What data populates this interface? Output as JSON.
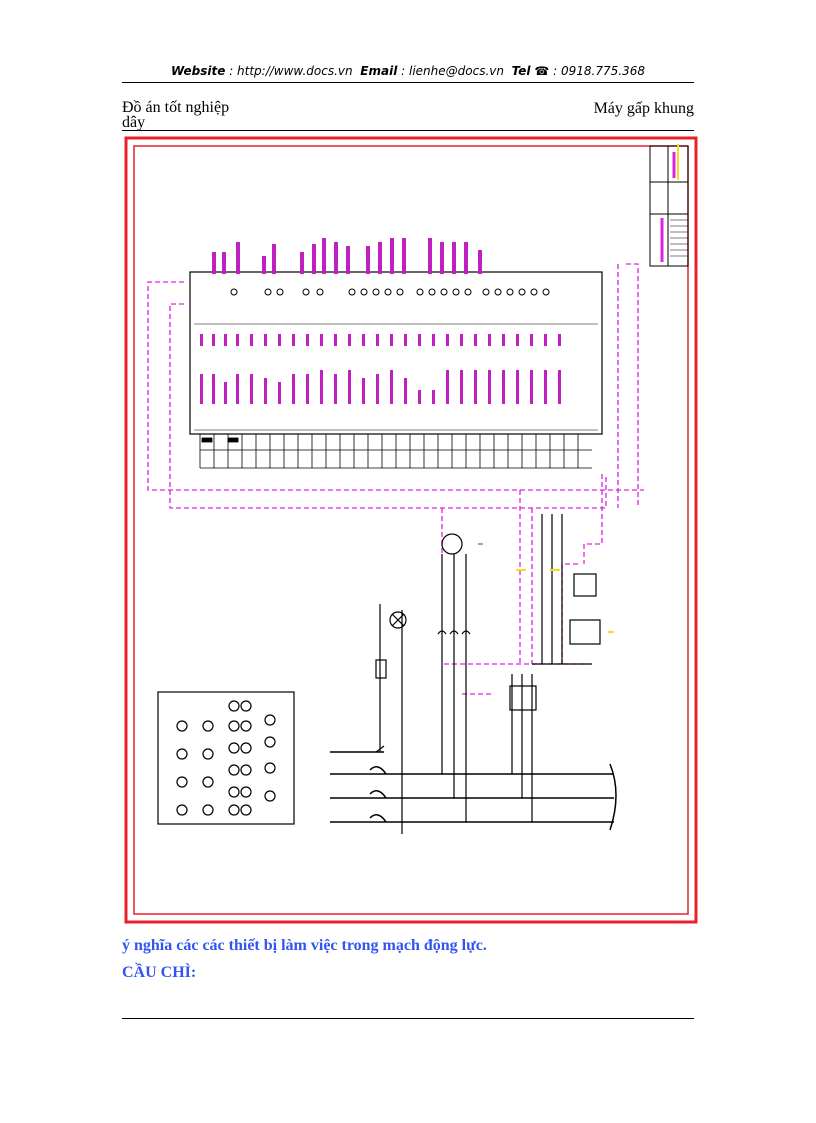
{
  "header": {
    "website_label": "Website",
    "website_value": ": http://www.docs.vn",
    "email_label": "Email",
    "email_value": ": lienhe@docs.vn",
    "tel_label": "Tel",
    "tel_value": ": 0918.775.368",
    "doc_left": "Đồ án tốt nghiệp",
    "doc_left_2": "dây",
    "doc_right": "Máy gấp khung"
  },
  "body": {
    "caption": "ý nghĩa các các thiết bị làm việc trong mạch động lực.",
    "subheading": "CẦU CHÌ:"
  },
  "colors": {
    "frame": "#e8222a",
    "wiring": "#000000",
    "signal": "#e020e0",
    "highlight": "#f0e020",
    "caption": "#3355ee"
  }
}
